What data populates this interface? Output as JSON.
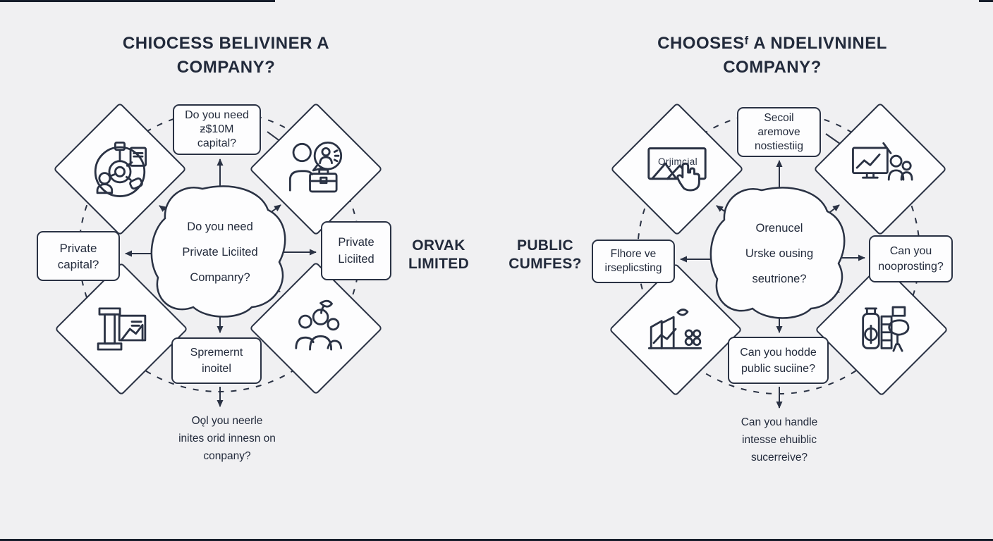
{
  "colors": {
    "background": "#f0f0f2",
    "ink": "#2a3244",
    "box_bg": "#fdfdfe"
  },
  "left_diagram": {
    "title": "CHIOCESS BELIVINER A\nCOMPANY?",
    "center": {
      "line1": "Do you need",
      "line2": "Private Liciited",
      "line3": "Companry?"
    },
    "boxes": {
      "top": "Do you need\nƶ$10M\ncapital?",
      "left": "Private\ncapital?",
      "right": "Private\nLiciited",
      "bottom": "Spremernt\ninoitel"
    },
    "caption": "Oǫl you neerle\ninites orid innesn on\nconpany?"
  },
  "middle_labels": {
    "label_left": "ORVAK\nLIMITED",
    "label_right": "PUBLIC\nCUMFES?"
  },
  "right_diagram": {
    "title": "CHOOSESᶠ A NDELIVNINEL\nCOMPANY?",
    "center": {
      "line1": "Orenucel",
      "line2": "Urske ousing",
      "line3": "seutrione?"
    },
    "boxes": {
      "top": "Secoil\naremove\nnostiestiig",
      "left": "Flhore ve\nirseplicsting",
      "right": "Can you\nnooprosting?",
      "bottom": "Can you hodde\npublic suciine?"
    },
    "caption": "Can you handle\nintesse ehuiblic\nsucerreive?",
    "sign_text": "Orjimcial"
  },
  "icons": {
    "left_top_left": "team-network-icon",
    "left_top_right": "person-offer-icon",
    "left_bottom_left": "pillar-chart-icon",
    "left_bottom_right": "people-group-icon",
    "right_top_left": "sign-hand-icon",
    "right_top_right": "monitor-audience-icon",
    "right_bottom_left": "factory-growth-icon",
    "right_bottom_right": "bottle-ladder-speech-icon"
  }
}
